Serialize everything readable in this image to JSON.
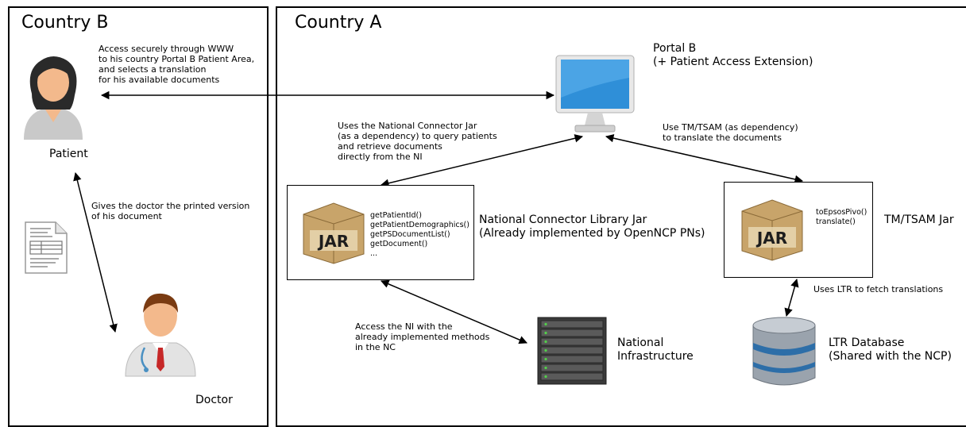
{
  "regions": {
    "country_b": "Country B",
    "country_a": "Country A"
  },
  "patient": {
    "label": "Patient",
    "access_note": [
      "Access securely through WWW",
      "to his country Portal B Patient Area,",
      "and selects a translation",
      "for his available documents"
    ],
    "gives_note": [
      "Gives the doctor the printed version",
      "of his document"
    ]
  },
  "doctor": {
    "label": "Doctor"
  },
  "portal": {
    "title": [
      "Portal B",
      "(+ Patient Access Extension)"
    ]
  },
  "connector": {
    "note": [
      "Uses the National Connector Jar",
      "(as a dependency) to query patients",
      "and retrieve documents",
      "directly from the NI"
    ],
    "jar_text": "JAR",
    "methods": [
      "getPatientId()",
      "getPatientDemographics()",
      "getPSDocumentList()",
      "getDocument()",
      "..."
    ],
    "title": [
      "National Connector Library Jar",
      "(Already implemented by OpenNCP PNs)"
    ]
  },
  "tm": {
    "note": [
      "Use TM/TSAM (as dependency)",
      "to translate the documents"
    ],
    "jar_text": "JAR",
    "methods": [
      "toEpsosPivo()",
      "translate()"
    ],
    "title": "TM/TSAM Jar"
  },
  "ni": {
    "note": [
      "Access the NI with the",
      "already implemented methods",
      "in the NC"
    ],
    "title": [
      "National",
      "Infrastructure"
    ]
  },
  "ltr": {
    "note": "Uses LTR to fetch translations",
    "title": [
      "LTR Database",
      "(Shared with the NCP)"
    ]
  },
  "colors": {
    "jar_box": "#c8a46a",
    "monitor_screen": "#2f8fd8",
    "server": "#3a3a3a",
    "db": "#9aa3ad",
    "db_band": "#2d6ea8"
  }
}
